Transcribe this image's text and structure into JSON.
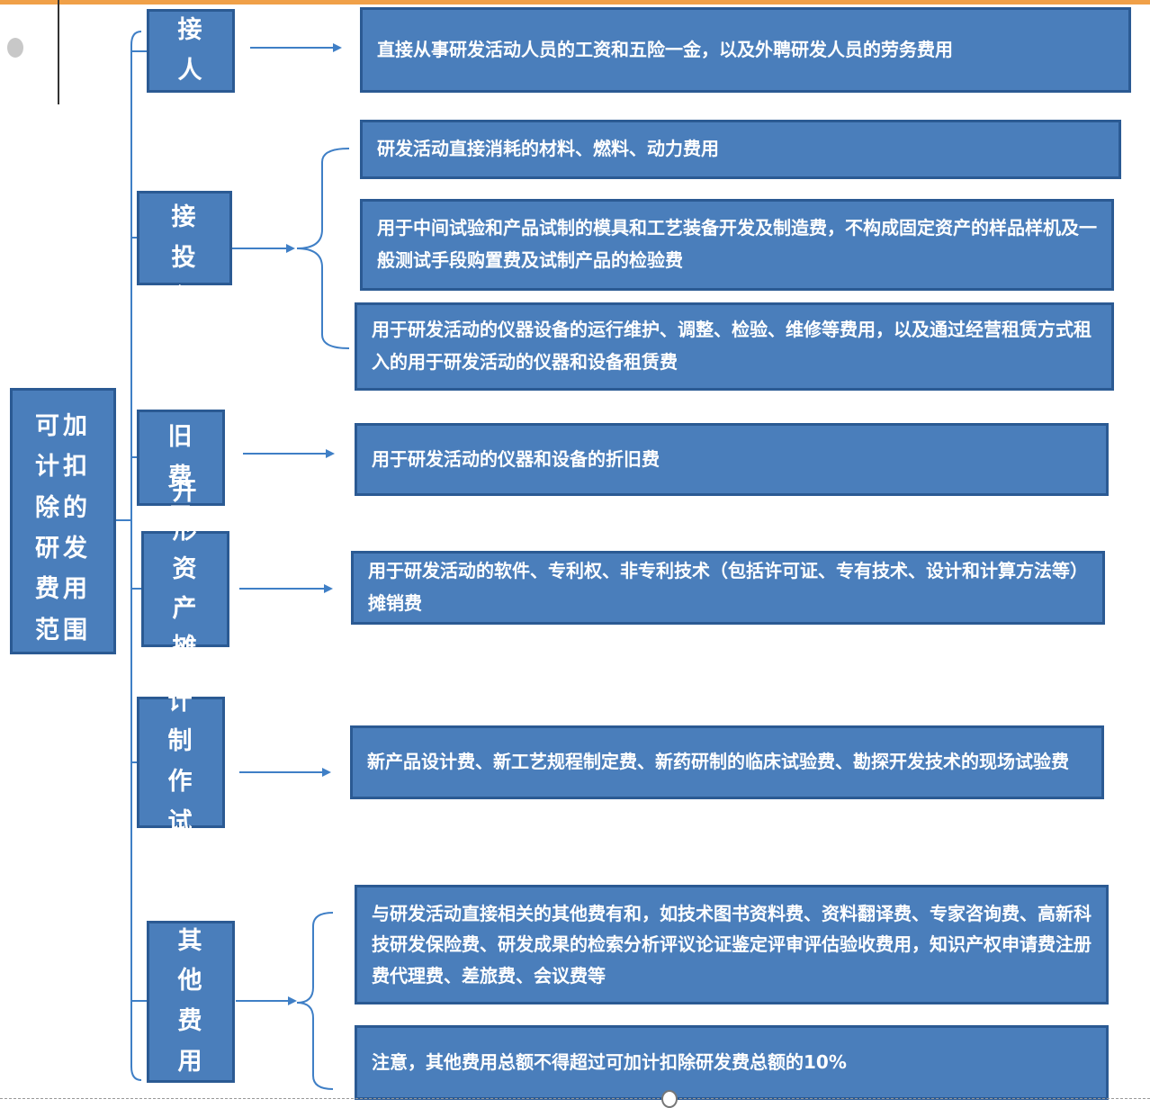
{
  "root": {
    "label": "可加计扣除的研发费用范围"
  },
  "categories": [
    {
      "label": "直接人工",
      "items": [
        "直接从事研发活动人员的工资和五险一金，以及外聘研发人员的劳务费用"
      ]
    },
    {
      "label": "直接投入",
      "items": [
        "研发活动直接消耗的材料、燃料、动力费用",
        "用于中间试验和产品试制的模具和工艺装备开发及制造费，不构成固定资产的样品样机及一般测试手段购置费及试制产品的检验费",
        "用于研发活动的仪器设备的运行维护、调整、检验、维修等费用，以及通过经营租赁方式租入的用于研发活动的仪器和设备租赁费"
      ]
    },
    {
      "label": "折旧费用",
      "items": [
        "用于研发活动的仪器和设备的折旧费"
      ]
    },
    {
      "label": "开形资产摊销",
      "items": [
        "用于研发活动的软件、专利权、非专利技术（包括许可证、专有技术、设计和计算方法等）摊销费"
      ]
    },
    {
      "label": "设计制作试验",
      "items": [
        "新产品设计费、新工艺规程制定费、新药研制的临床试验费、勘探开发技术的现场试验费"
      ]
    },
    {
      "label": "其他费用",
      "items": [
        "与研发活动直接相关的其他费有和，如技术图书资料费、资料翻译费、专家咨询费、高新科技研发保险费、研发成果的检索分析评议论证鉴定评审评估验收费用，知识产权申请费注册费代理费、差旅费、会议费等",
        "注意，其他费用总额不得超过可加计扣除研发费总额的10%"
      ]
    }
  ],
  "colors": {
    "box_fill": "#4a7ebb",
    "box_border": "#2b5a93",
    "line": "#3f7fc6",
    "top_accent": "#f0a048"
  }
}
